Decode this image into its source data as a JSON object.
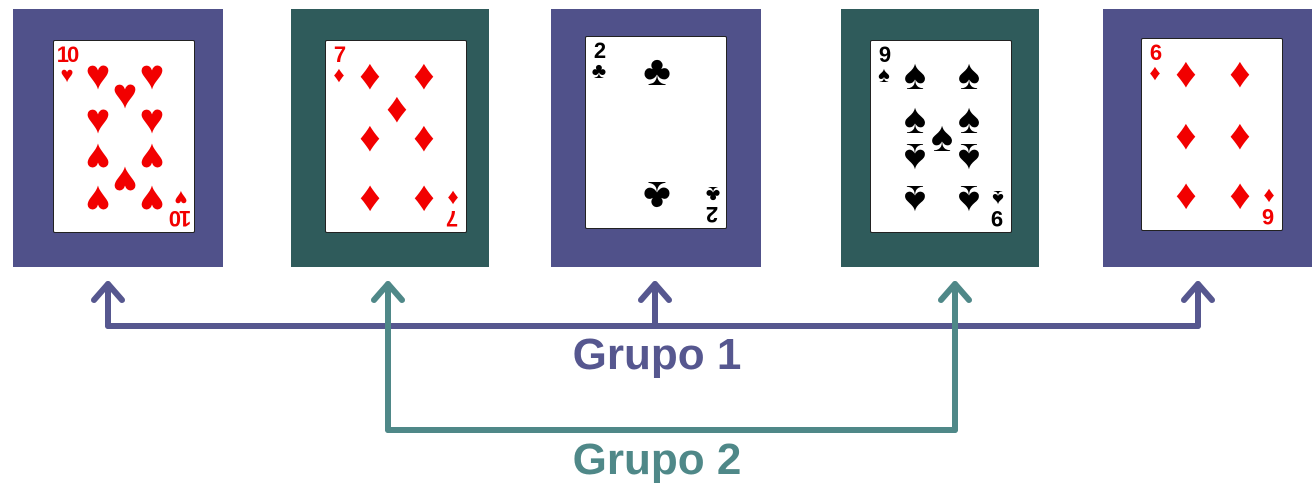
{
  "colors": {
    "group1": "#50518a",
    "group2": "#2f5b5b",
    "group1_line": "#56578f",
    "group2_line": "#4f8888",
    "red_suit": "#f20000",
    "black_suit": "#000000"
  },
  "cards": [
    {
      "rank": "10",
      "suit": "♥",
      "suit_name": "hearts-icon",
      "color": "red",
      "group": 1
    },
    {
      "rank": "7",
      "suit": "♦",
      "suit_name": "diamonds-icon",
      "color": "red",
      "group": 2
    },
    {
      "rank": "2",
      "suit": "♣",
      "suit_name": "clubs-icon",
      "color": "black",
      "group": 1
    },
    {
      "rank": "9",
      "suit": "♠",
      "suit_name": "spades-icon",
      "color": "black",
      "group": 2
    },
    {
      "rank": "6",
      "suit": "♦",
      "suit_name": "diamonds-icon",
      "color": "red",
      "group": 1
    }
  ],
  "groups": {
    "group1": {
      "label": "Grupo 1",
      "members": [
        0,
        2,
        4
      ]
    },
    "group2": {
      "label": "Grupo 2",
      "members": [
        1,
        3
      ]
    }
  }
}
